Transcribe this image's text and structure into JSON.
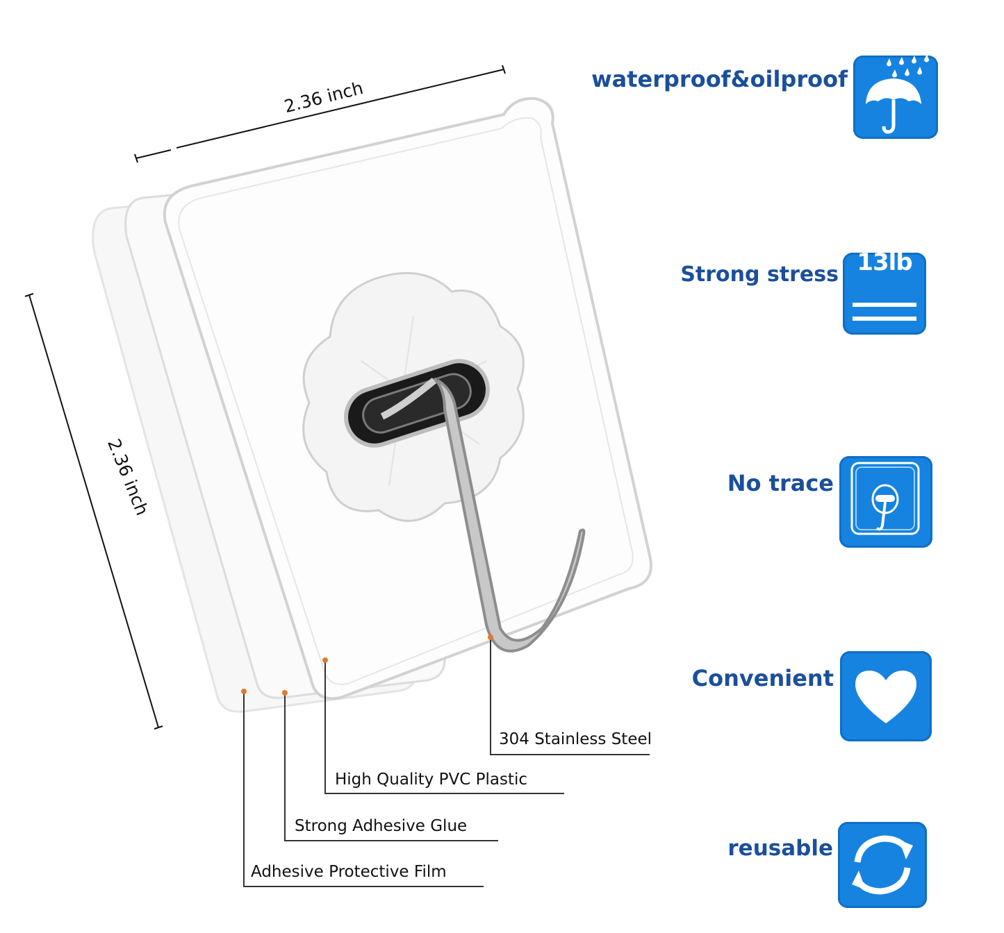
{
  "dimensions": {
    "width": "2.36 inch",
    "height": "2.36 inch"
  },
  "callouts": [
    {
      "label": "304 Stainless Steel"
    },
    {
      "label": "High Quality PVC Plastic"
    },
    {
      "label": "Strong Adhesive Glue"
    },
    {
      "label": "Adhesive Protective Film"
    }
  ],
  "features": [
    {
      "label": "waterproof&oilproof",
      "icon": "umbrella-rain-icon"
    },
    {
      "label": "Strong stress",
      "icon": "weight-13lb-icon",
      "badge": "13lb"
    },
    {
      "label": "No trace",
      "icon": "hook-frame-icon"
    },
    {
      "label": "Convenient",
      "icon": "heart-icon"
    },
    {
      "label": "reusable",
      "icon": "refresh-icon"
    }
  ],
  "colors": {
    "tile": "#1683e0",
    "feature_text": "#1b4f9c",
    "callout_dot": "#e07a2a"
  }
}
